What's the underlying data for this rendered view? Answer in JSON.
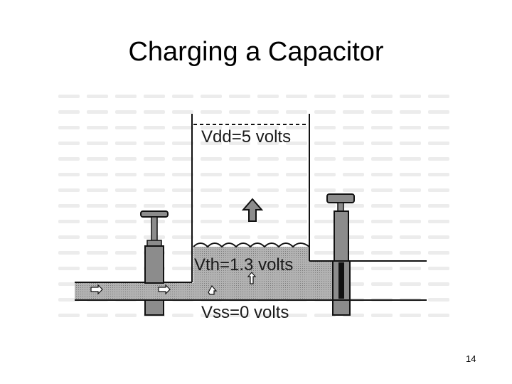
{
  "slide": {
    "title": "Charging a Capacitor",
    "page_number": "14"
  },
  "diagram": {
    "vdd_label": "Vdd=5 volts",
    "vth_label": "Vth=1.3 volts",
    "vss_label": "Vss=0 volts"
  },
  "colors": {
    "fluid": "#a9a9a9",
    "valve_body": "#8c8c8c",
    "background_ghost": "#ececec"
  }
}
